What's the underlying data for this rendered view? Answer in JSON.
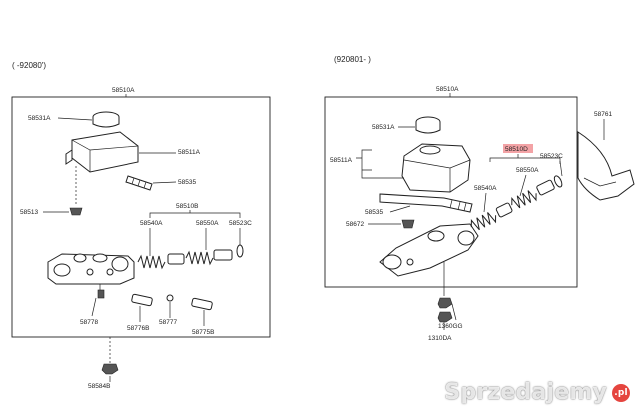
{
  "left_panel": {
    "header": "( -92080')",
    "labels": {
      "main": "58510A",
      "cap": "58531A",
      "reservoir": "58511A",
      "hose": "58535",
      "grommet": "58513",
      "kit": "58510B",
      "spring_a": "58540A",
      "spring_b": "58550A",
      "ring": "58523C",
      "fitting_1": "58778",
      "fitting_2": "58776B",
      "fitting_3": "58777",
      "fitting_4": "58775B",
      "nut": "58584B"
    }
  },
  "right_panel": {
    "header": "(920801- )",
    "labels": {
      "main": "58510A",
      "bracket": "58761",
      "cap": "58531A",
      "reservoir": "58511A",
      "kit_highlighted": "58510D",
      "ring": "58523C",
      "spring_b": "58550A",
      "spring_a": "58540A",
      "hose": "58535",
      "grommet": "58672",
      "washer": "1360GG",
      "nut": "1310DA"
    },
    "highlight_color": "#f3a3a6"
  },
  "watermark": {
    "text": "Sprzedajemy",
    "badge": ".pl"
  }
}
